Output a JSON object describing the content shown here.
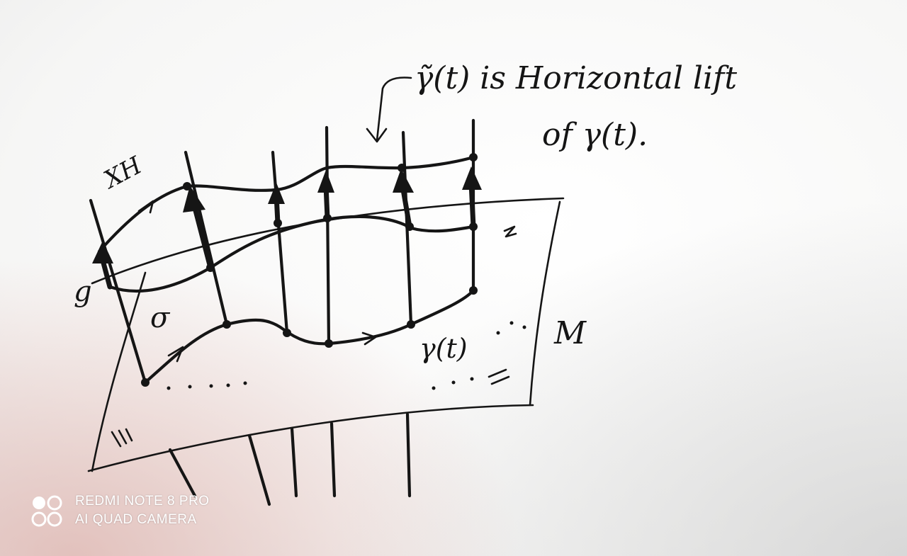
{
  "note": {
    "annotation_line1": "γ̃(t) is Horizontal lift",
    "annotation_line2": "of γ(t).",
    "label_xh": "XH",
    "label_g": "g",
    "label_sigma": "σ",
    "label_gamma": "γ(t)",
    "label_m": "M"
  },
  "watermark": {
    "line1": "REDMI NOTE 8 PRO",
    "line2": "AI QUAD CAMERA"
  },
  "colors": {
    "ink": "#151515",
    "paper": "#f4f4f3",
    "watermark": "#ffffff"
  }
}
